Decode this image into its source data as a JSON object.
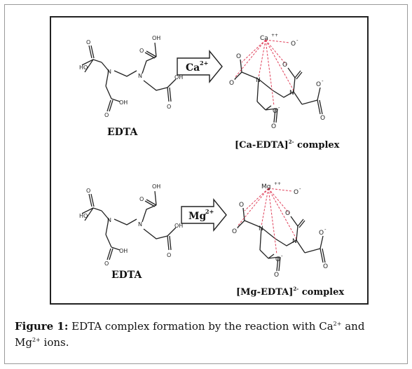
{
  "diagram": {
    "top_row": {
      "reactant_label": "EDTA",
      "ion_label": "Ca",
      "ion_charge": "2+",
      "metal_center": "Ca",
      "metal_center_charge": "++",
      "product_label_main": "[Ca-EDTA]",
      "product_label_charge": "2-",
      "product_label_tail": " complex"
    },
    "bottom_row": {
      "reactant_label": "EDTA",
      "ion_label": "Mg",
      "ion_charge": "2+",
      "metal_center": "Mg",
      "metal_center_charge": "++",
      "product_label_main": "[Mg-EDTA]",
      "product_label_charge": "2-",
      "product_label_tail": " complex"
    },
    "atoms": {
      "nitrogen": "N",
      "hydroxyl": "OH",
      "hydroxyl_left": "HO",
      "oxygen": "O",
      "oxide": "O",
      "minus": "-"
    },
    "colors": {
      "bond": "#222222",
      "coordination": "#e0405a"
    }
  },
  "caption": {
    "figure_label": "Figure 1:",
    "text_part1": " EDTA complex formation by the reaction with Ca",
    "charge1": "2+",
    "text_part2": " and",
    "text_part3": "Mg",
    "charge2": "2+",
    "text_part4": " ions."
  }
}
